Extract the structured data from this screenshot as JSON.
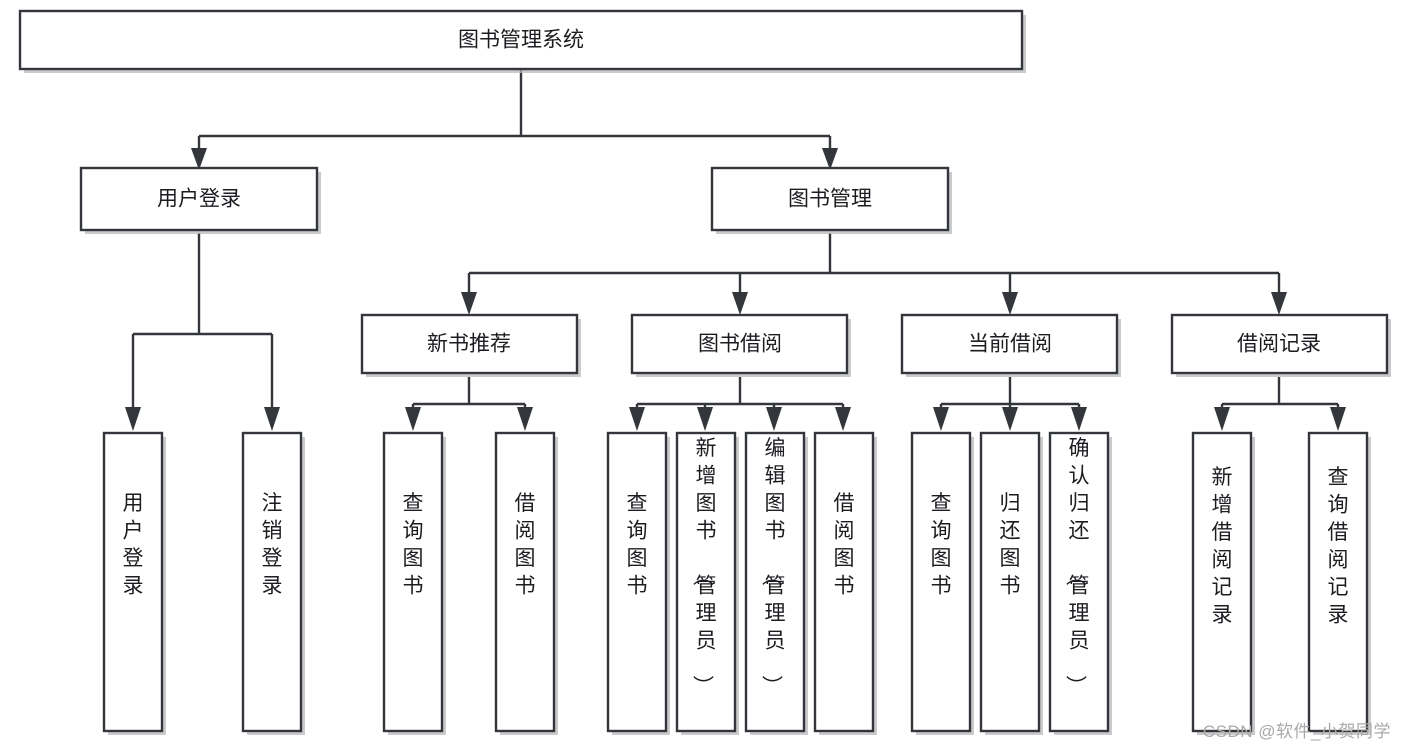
{
  "diagram": {
    "title": "图书管理系统",
    "type": "tree-hierarchy",
    "watermark": "CSDN @软件_小贺同学",
    "colors": {
      "stroke": "#33363b",
      "fill": "#ffffff",
      "text": "#1b1d20",
      "shadow": "#b9b9b9",
      "watermark": "#a9a9a9",
      "background": "#ffffff"
    },
    "nodes": {
      "root": {
        "label": "图书管理系统"
      },
      "level2": [
        {
          "id": "user-login",
          "label": "用户登录"
        },
        {
          "id": "book-manage",
          "label": "图书管理"
        }
      ],
      "level3": [
        {
          "id": "new-book-rec",
          "label": "新书推荐"
        },
        {
          "id": "book-borrow",
          "label": "图书借阅"
        },
        {
          "id": "current-borrow",
          "label": "当前借阅"
        },
        {
          "id": "borrow-record",
          "label": "借阅记录"
        }
      ],
      "leaves": {
        "user-login": [
          {
            "id": "leaf-user-login",
            "label": "用户登录"
          },
          {
            "id": "leaf-user-logout",
            "label": "注销登录"
          }
        ],
        "new-book-rec": [
          {
            "id": "leaf-query-book-1",
            "label": "查询图书"
          },
          {
            "id": "leaf-borrow-book-1",
            "label": "借阅图书"
          }
        ],
        "book-borrow": [
          {
            "id": "leaf-query-book-2",
            "label": "查询图书"
          },
          {
            "id": "leaf-add-book",
            "label": "新增图书（管理员）"
          },
          {
            "id": "leaf-edit-book",
            "label": "编辑图书（管理员）"
          },
          {
            "id": "leaf-borrow-book-2",
            "label": "借阅图书"
          }
        ],
        "current-borrow": [
          {
            "id": "leaf-query-book-3",
            "label": "查询图书"
          },
          {
            "id": "leaf-return-book",
            "label": "归还图书"
          },
          {
            "id": "leaf-confirm-return",
            "label": "确认归还（管理员）"
          }
        ],
        "borrow-record": [
          {
            "id": "leaf-add-record",
            "label": "新增借阅记录"
          },
          {
            "id": "leaf-query-record",
            "label": "查询借阅记录"
          }
        ]
      }
    }
  }
}
